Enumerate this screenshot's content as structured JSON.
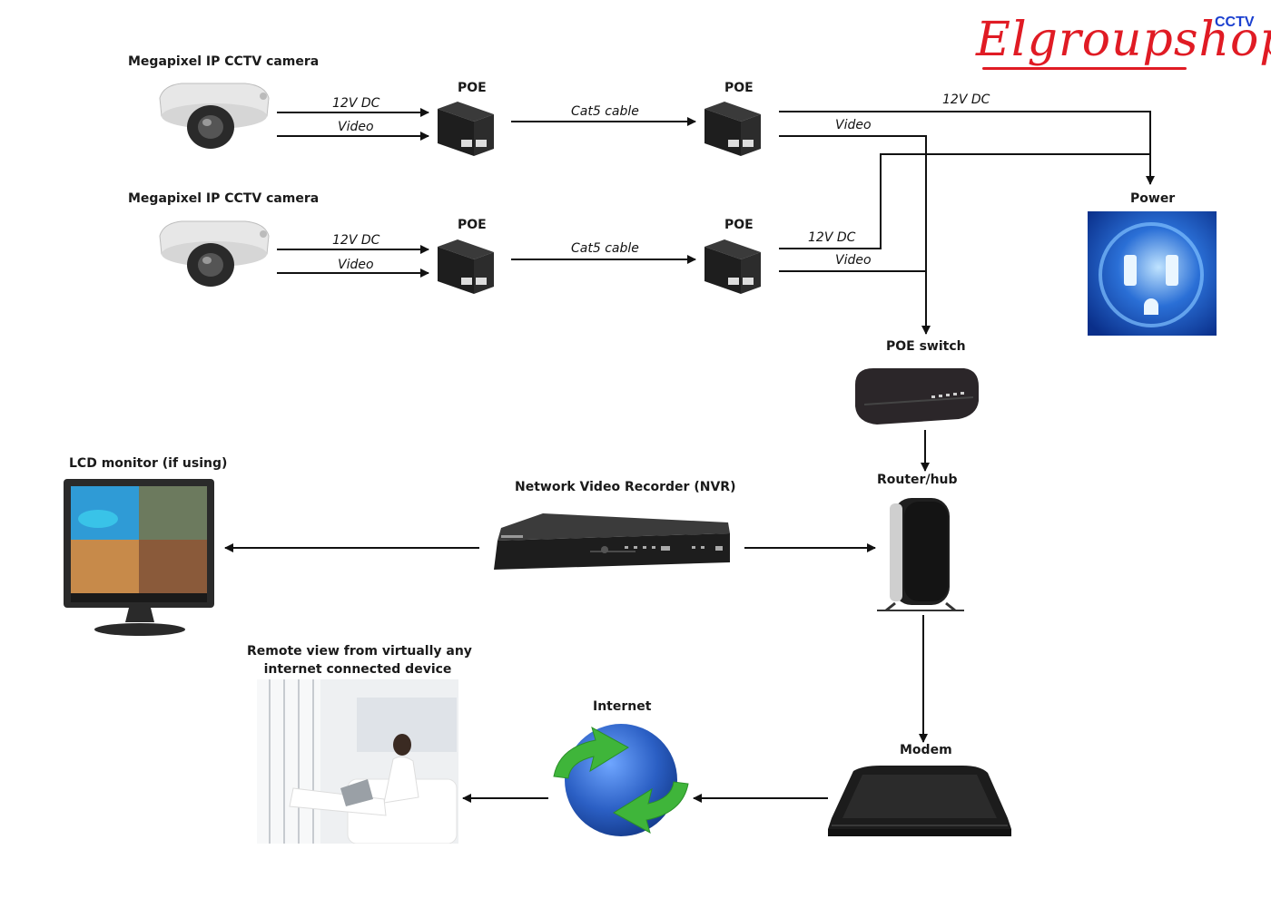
{
  "brand": {
    "logo_text": "Elgroupshop",
    "sub": "CCTV",
    "color": "#e01b24",
    "sub_color": "#1a3fcf"
  },
  "cameras": [
    {
      "label": "Megapixel IP  CCTV camera",
      "power": "12V DC",
      "video": "Video"
    },
    {
      "label": "Megapixel IP  CCTV camera",
      "power": "12V DC",
      "video": "Video"
    }
  ],
  "poe_rows": [
    {
      "left": "POE",
      "cable": "Cat5 cable",
      "right": "POE",
      "out_power": "12V DC",
      "out_video": "Video"
    },
    {
      "left": "POE",
      "cable": "Cat5 cable",
      "right": "POE",
      "out_power": "12V DC",
      "out_video": "Video"
    }
  ],
  "power": {
    "label": "Power",
    "color": "#2a6fd6"
  },
  "poe_switch": {
    "label": "POE switch"
  },
  "router": {
    "label": "Router/hub"
  },
  "nvr": {
    "label": "Network Video Recorder (NVR)"
  },
  "monitor": {
    "label": "LCD monitor (if using)"
  },
  "remote": {
    "label_line1": "Remote view from virtually any",
    "label_line2": "internet connected device"
  },
  "internet": {
    "label": "Internet",
    "globe_color": "#2b5fc4",
    "arrow_color": "#3fb53a"
  },
  "modem": {
    "label": "Modem"
  },
  "icons": [
    "dome-camera-icon",
    "poe-injector-icon",
    "power-outlet-icon",
    "network-switch-icon",
    "router-icon",
    "nvr-icon",
    "lcd-monitor-icon",
    "laptop-user-photo",
    "internet-globe-icon",
    "modem-icon"
  ]
}
